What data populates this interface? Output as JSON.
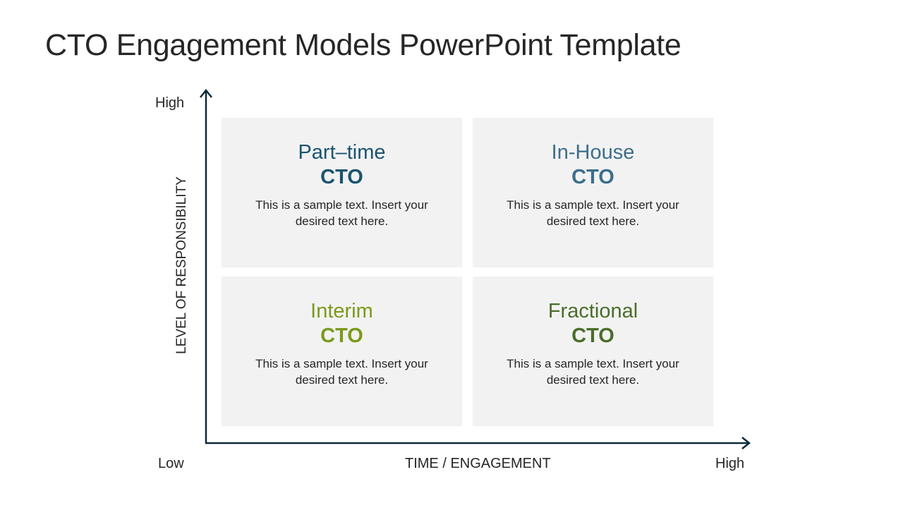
{
  "title": "CTO Engagement Models PowerPoint Template",
  "axes": {
    "y_high": "High",
    "y_title": "LEVEL OF RESPONSIBILITY",
    "x_low": "Low",
    "x_title": "TIME / ENGAGEMENT",
    "x_high": "High",
    "color": "#0d2a3a"
  },
  "quadrants": [
    {
      "name": "Part–time",
      "role": "CTO",
      "text": "This is a sample text. Insert your desired text here.",
      "color": "#1a5470"
    },
    {
      "name": "In-House",
      "role": "CTO",
      "text": "This is a sample text. Insert your desired text here.",
      "color": "#3c6e8c"
    },
    {
      "name": "Interim",
      "role": "CTO",
      "text": "This is a sample text. Insert your desired text here.",
      "color": "#7a9a1a"
    },
    {
      "name": "Fractional",
      "role": "CTO",
      "text": "This is a sample text. Insert your desired text here.",
      "color": "#4a6e2a"
    }
  ]
}
